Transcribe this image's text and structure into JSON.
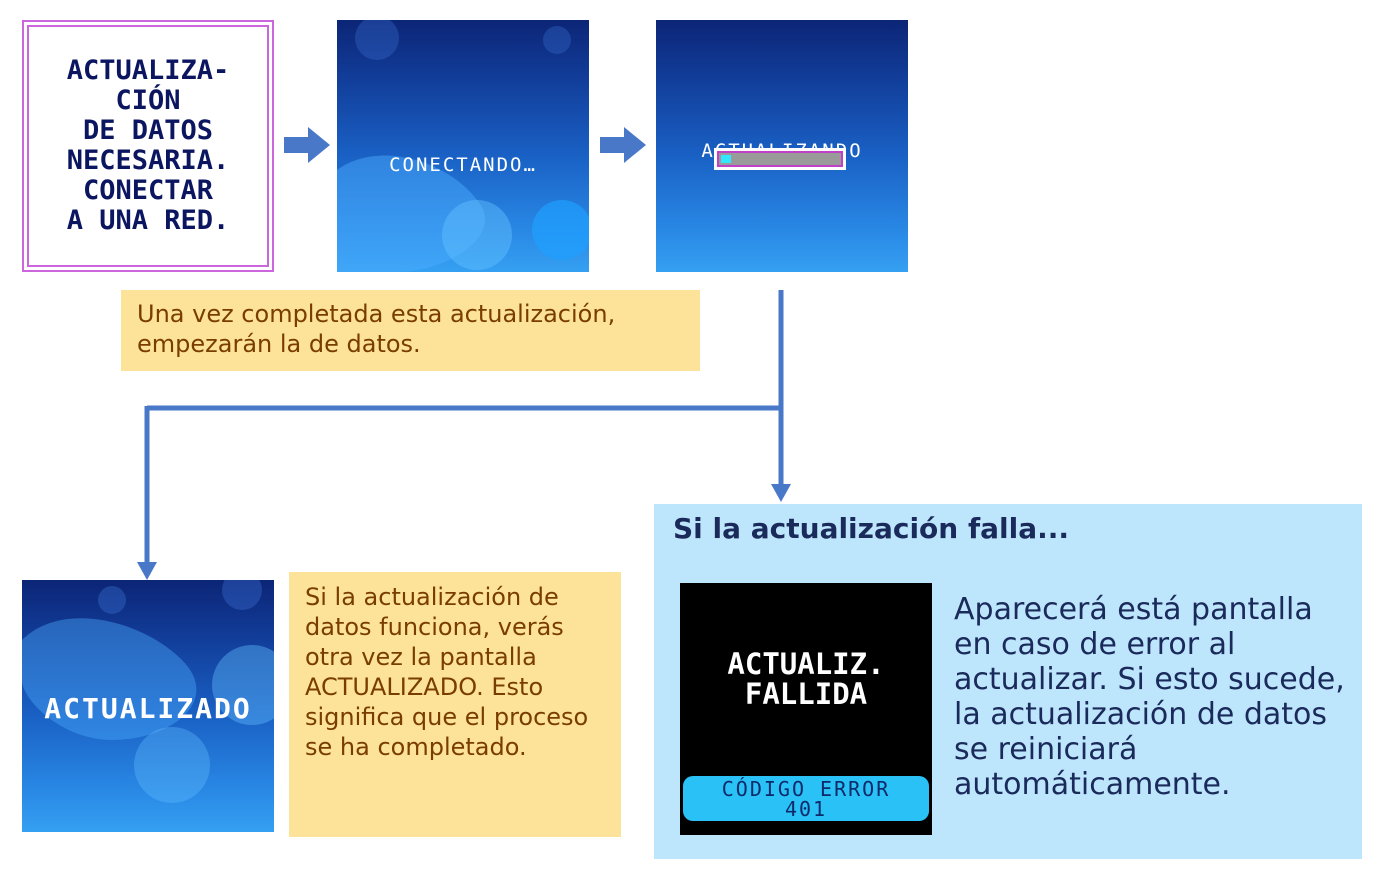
{
  "step1": {
    "message": "ACTUALIZA-\nCIÓN\nDE DATOS\nNECESARIA.\nCONECTAR\nA UNA RED."
  },
  "step2": {
    "message": "CONECTANDO…"
  },
  "step3": {
    "message": "ACTUALIZANDO",
    "progress": 0.08
  },
  "note_top": "Una vez completada esta actualización, empezarán la de datos.",
  "success": {
    "screen_label": "ACTUALIZADO",
    "note": "Si la actualización de datos funciona, verás otra vez la pantalla ACTUALIZADO. Esto significa que el proceso se ha completado."
  },
  "failure": {
    "title": "Si la actualización falla...",
    "screen_message": "ACTUALIZ.\nFALLIDA",
    "error_label": "CÓDIGO ERROR",
    "error_code": "401",
    "description": "Aparecerá está pantalla en caso de error al actualizar. Si esto sucede, la actualización de datos se reiniciará automáticamente."
  },
  "colors": {
    "arrow": "#4a78c8",
    "note_bg": "#fde39a",
    "note_text": "#7a3d00",
    "fail_panel_bg": "#bde5fc",
    "progress_fill": "#33e6ff"
  }
}
